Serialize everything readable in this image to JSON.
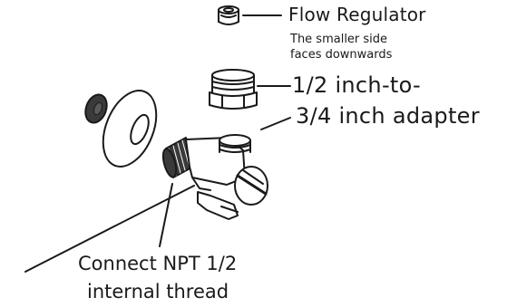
{
  "labels": {
    "flow_regulator": "Flow Regulator",
    "smaller_side_line1": "The smaller side",
    "smaller_side_line2": "faces downwards",
    "adapter_line1": "1/2 inch-to-",
    "adapter_line2": "3/4 inch adapter",
    "connect_line1": "Connect NPT 1/2",
    "connect_line2": "internal thread"
  },
  "colors": {
    "ink": "#1a1a1a",
    "dark_fill": "#3a3a3a",
    "background": "#ffffff"
  }
}
